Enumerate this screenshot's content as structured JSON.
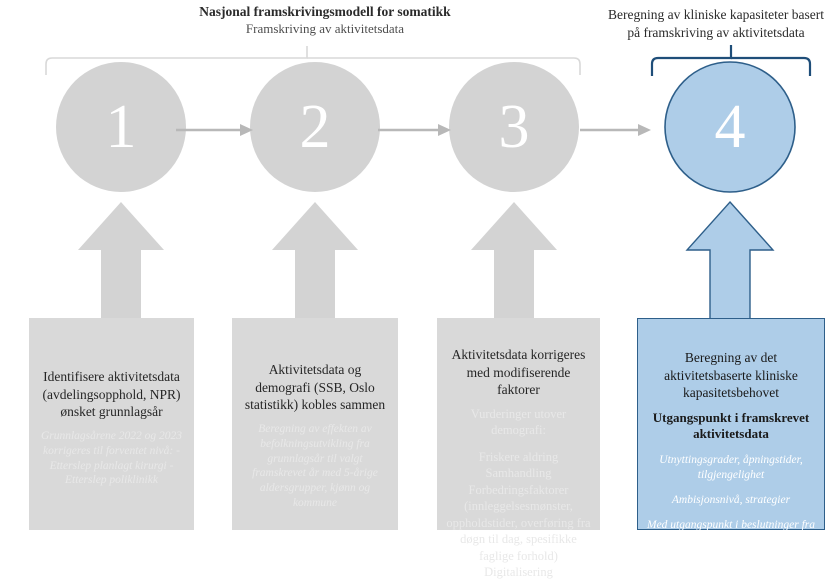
{
  "diagram": {
    "title": "Nasjonal framskrivingsmodell for somatikk",
    "subtitle": "Framskriving av aktivitetsdata",
    "right_group_title": "Beregning av kliniske kapasiteter basert på framskriving av aktivitetsdata",
    "colors": {
      "gray_fill": "#d3d3d3",
      "gray_box": "#d9d9d9",
      "gray_arrow": "#d3d3d3",
      "gray_bracket": "#d9d9d9",
      "blue_fill": "#aecde8",
      "blue_stroke": "#2e5f8a",
      "blue_bracket": "#1f4e79",
      "connector_arrow": "#b3b3b3"
    }
  },
  "steps": [
    {
      "number": "1",
      "title": "Identifisere aktivitetsdata (avdelingsopphold, NPR) ønsket grunnlagsår",
      "italic": "Grunnlagsårene 2022 og 2023 korrigeres til forventet nivå: - Etterslep planlagt kirurgi - Etterslep poliklinikk"
    },
    {
      "number": "2",
      "title": "Aktivitetsdata og demografi (SSB, Oslo statistikk) kobles sammen",
      "italic": "Beregning av effekten av befolkningsutvikling fra grunnlagsår til valgt framskrevet år med 5-årige aldersgrupper, kjønn og kommune"
    },
    {
      "number": "3",
      "title": "Aktivitetsdata korrigeres med modifiserende faktorer",
      "lead": "Vurderinger utover demografi:",
      "list": "Friskere aldring Samhandling Forbedringsfaktorer (innleggelsesmønster, oppholdstider, overføring fra døgn til dag, spesifikke faglige forhold) Digitalisering"
    },
    {
      "number": "4",
      "title": "Beregning av det aktivitetsbaserte kliniske kapasitetsbehovet",
      "bold": "Utgangspunkt i framskrevet aktivitetsdata",
      "italic_1": "Utnyttingsgrader, åpningstider, tilgjengelighet",
      "italic_2": "Ambisjonsnivå, strategier",
      "italic_3": "Med utgangspunkt i beslutninger fra RHF"
    }
  ]
}
